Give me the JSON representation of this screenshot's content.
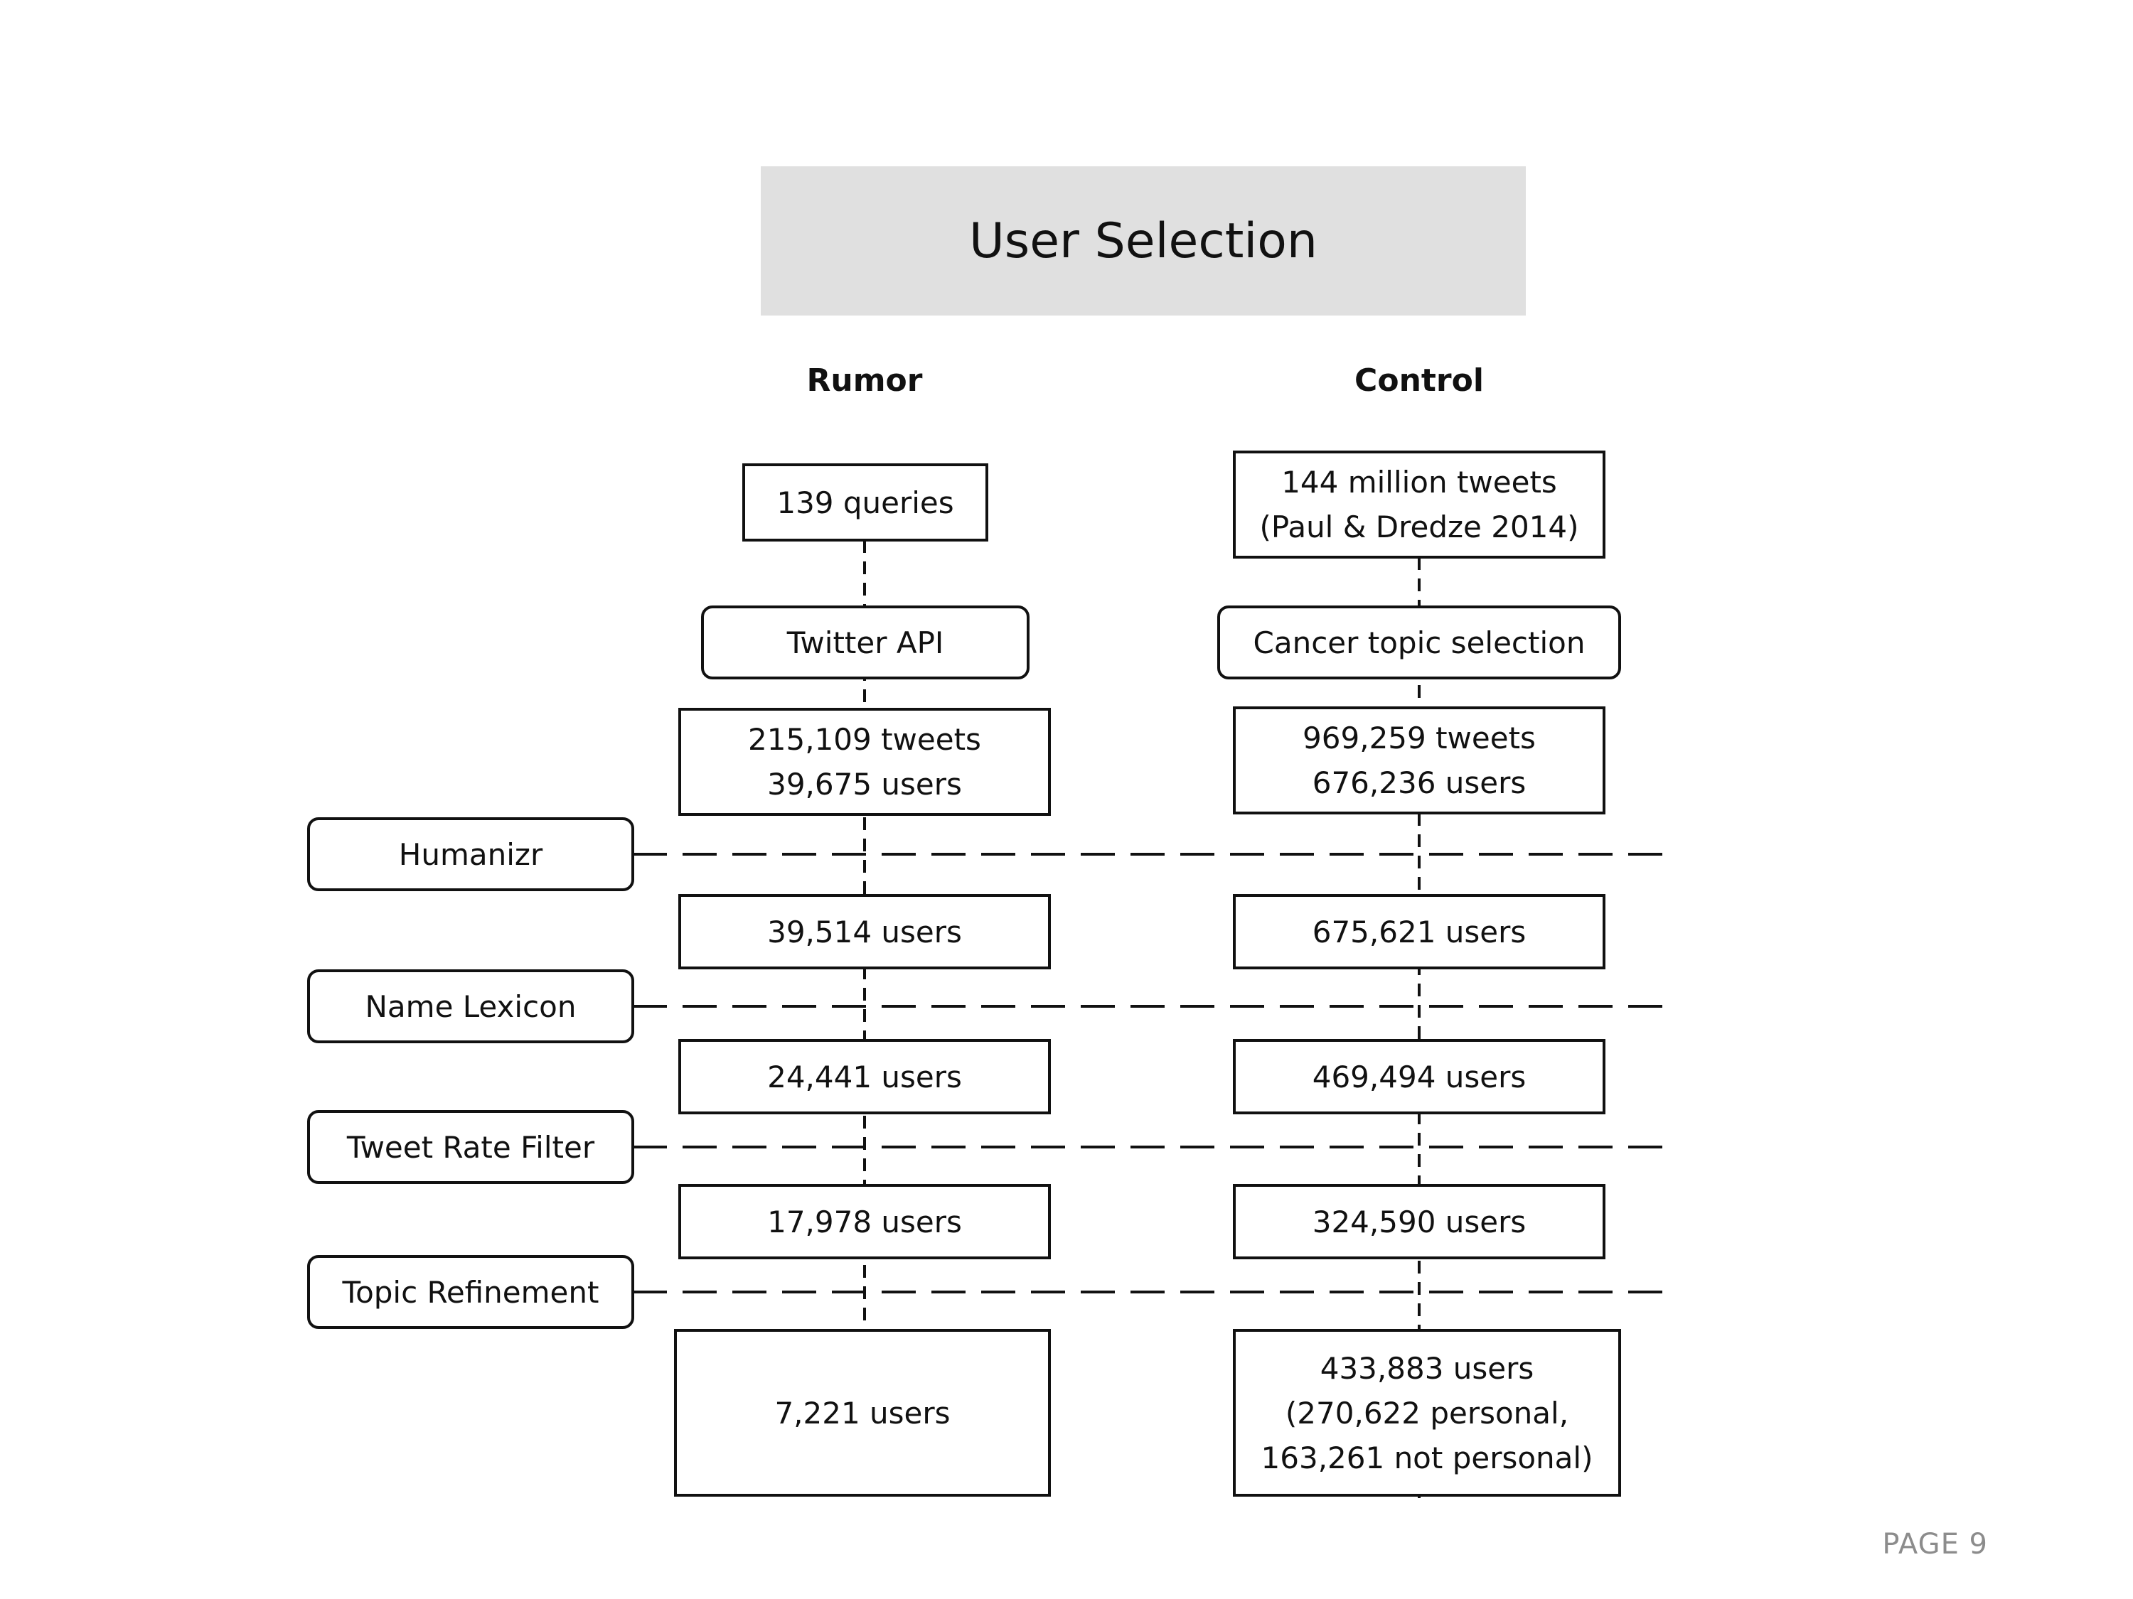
{
  "title": "User Selection",
  "columns": {
    "rumor": "Rumor",
    "control": "Control"
  },
  "rumor": {
    "source": "139 queries",
    "method": "Twitter API",
    "collected": [
      "215,109 tweets",
      "39,675 users"
    ],
    "after_humanizr": "39,514 users",
    "after_name_lexicon": "24,441 users",
    "after_tweet_rate": "17,978 users",
    "final": "7,221 users"
  },
  "control": {
    "source": [
      "144 million tweets",
      "(Paul & Dredze 2014)"
    ],
    "method": "Cancer topic selection",
    "collected": [
      "969,259 tweets",
      "676,236 users"
    ],
    "after_humanizr": "675,621 users",
    "after_name_lexicon": "469,494 users",
    "after_tweet_rate": "324,590 users",
    "final": [
      "433,883 users",
      "(270,622 personal,",
      "163,261 not personal)"
    ]
  },
  "filters": [
    "Humanizr",
    "Name Lexicon",
    "Tweet Rate Filter",
    "Topic Refinement"
  ],
  "footer": {
    "page": "PAGE 9"
  }
}
